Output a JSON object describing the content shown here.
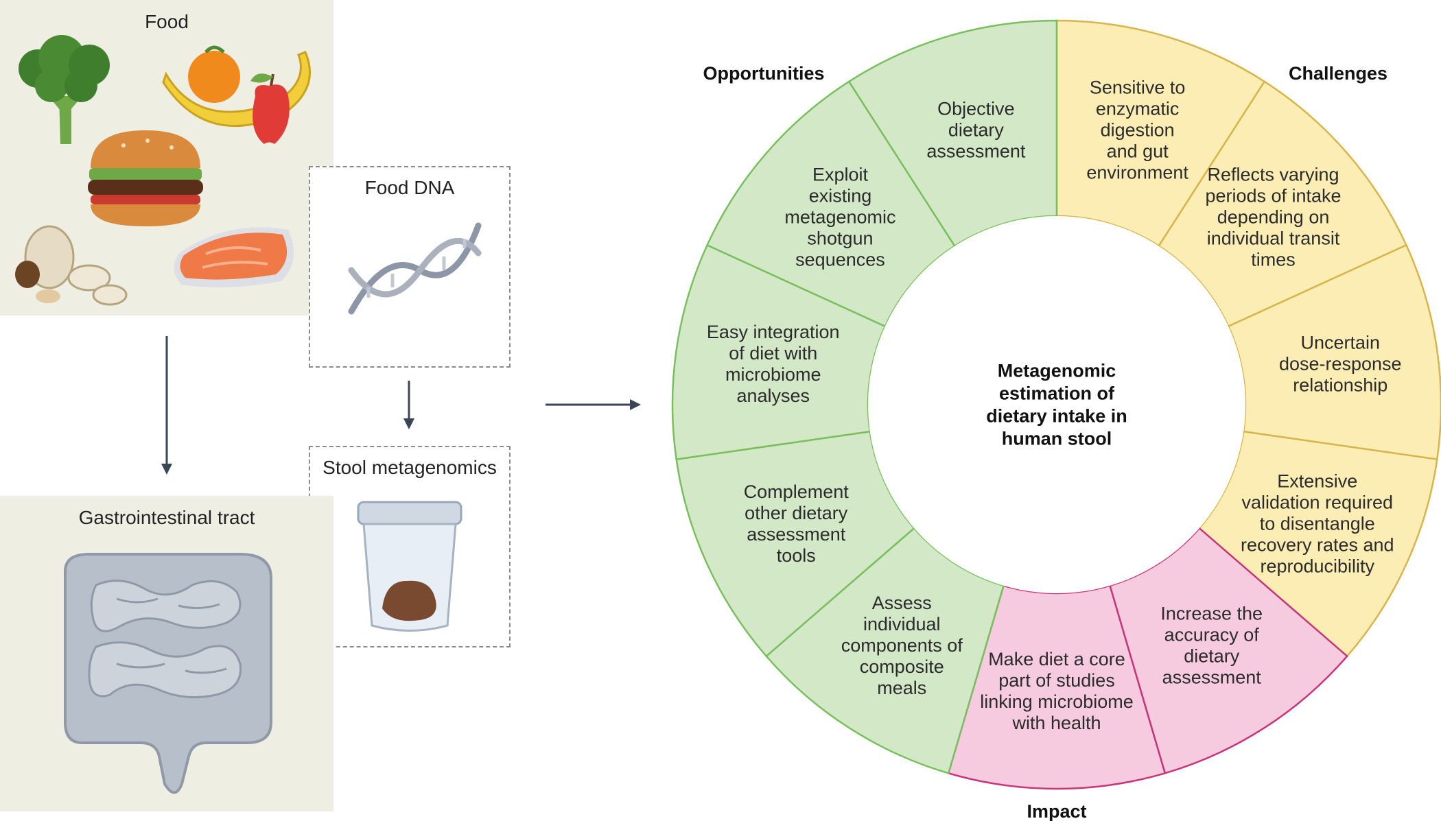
{
  "left": {
    "food_label": "Food",
    "food_dna_label": "Food DNA",
    "stool_label": "Stool metagenomics",
    "gut_label": "Gastrointestinal tract"
  },
  "wheel": {
    "center_lines": [
      "Metagenomic",
      "estimation of",
      "dietary intake in",
      "human stool"
    ],
    "headings": {
      "opportunities": "Opportunities",
      "challenges": "Challenges",
      "impact": "Impact"
    },
    "colors": {
      "opportunities": "#d3e8c7",
      "challenges": "#fcedb5",
      "impact": "#f7cbdf",
      "opportunities_stroke": "#79bf5e",
      "challenges_stroke": "#d8b54a",
      "impact_stroke": "#c8347a"
    },
    "segments": [
      {
        "group": "challenges",
        "lines": [
          "Sensitive to",
          "enzymatic",
          "digestion",
          "and gut",
          "environment"
        ]
      },
      {
        "group": "challenges",
        "lines": [
          "Reflects varying",
          "periods of intake",
          "depending on",
          "individual transit",
          "times"
        ]
      },
      {
        "group": "challenges",
        "lines": [
          "Uncertain",
          "dose-response",
          "relationship"
        ]
      },
      {
        "group": "challenges",
        "lines": [
          "Extensive",
          "validation required",
          "to disentangle",
          "recovery rates and",
          "reproducibility"
        ]
      },
      {
        "group": "impact",
        "lines": [
          "Increase the",
          "accuracy of",
          "dietary",
          "assessment"
        ]
      },
      {
        "group": "impact",
        "lines": [
          "Make diet a core",
          "part of studies",
          "linking microbiome",
          "with health"
        ]
      },
      {
        "group": "opportunities",
        "lines": [
          "Assess",
          "individual",
          "components of",
          "composite",
          "meals"
        ]
      },
      {
        "group": "opportunities",
        "lines": [
          "Complement",
          "other dietary",
          "assessment",
          "tools"
        ]
      },
      {
        "group": "opportunities",
        "lines": [
          "Easy integration",
          "of diet with",
          "microbiome",
          "analyses"
        ]
      },
      {
        "group": "opportunities",
        "lines": [
          "Exploit",
          "existing",
          "metagenomic",
          "shotgun",
          "sequences"
        ]
      },
      {
        "group": "opportunities",
        "lines": [
          "Objective",
          "dietary",
          "assessment"
        ]
      }
    ]
  }
}
